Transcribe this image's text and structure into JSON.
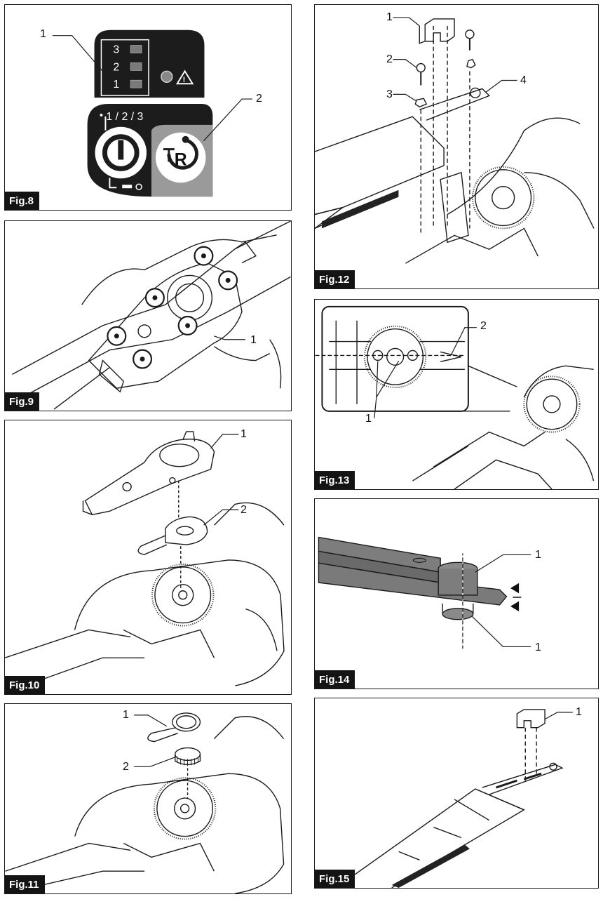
{
  "figures": {
    "fig8": {
      "label": "Fig.8",
      "callouts": [
        "1",
        "2"
      ],
      "indicator_levels": [
        "3",
        "2",
        "1"
      ],
      "speed_text": "1 / 2 / 3",
      "reverse_letter": "R"
    },
    "fig9": {
      "label": "Fig.9",
      "callouts": [
        "1"
      ]
    },
    "fig10": {
      "label": "Fig.10",
      "callouts": [
        "1",
        "2"
      ]
    },
    "fig11": {
      "label": "Fig.11",
      "callouts": [
        "1",
        "2"
      ]
    },
    "fig12": {
      "label": "Fig.12",
      "callouts": [
        "1",
        "2",
        "3",
        "4"
      ]
    },
    "fig13": {
      "label": "Fig.13",
      "callouts": [
        "2",
        "1"
      ]
    },
    "fig14": {
      "label": "Fig.14",
      "callouts": [
        "1",
        "1"
      ]
    },
    "fig15": {
      "label": "Fig.15",
      "callouts": [
        "1"
      ]
    }
  },
  "colors": {
    "ink": "#1a1a1a",
    "panel_dark": "#1c1c1c",
    "gray": "#9a9a9a",
    "blade": "#7d7d7d"
  }
}
